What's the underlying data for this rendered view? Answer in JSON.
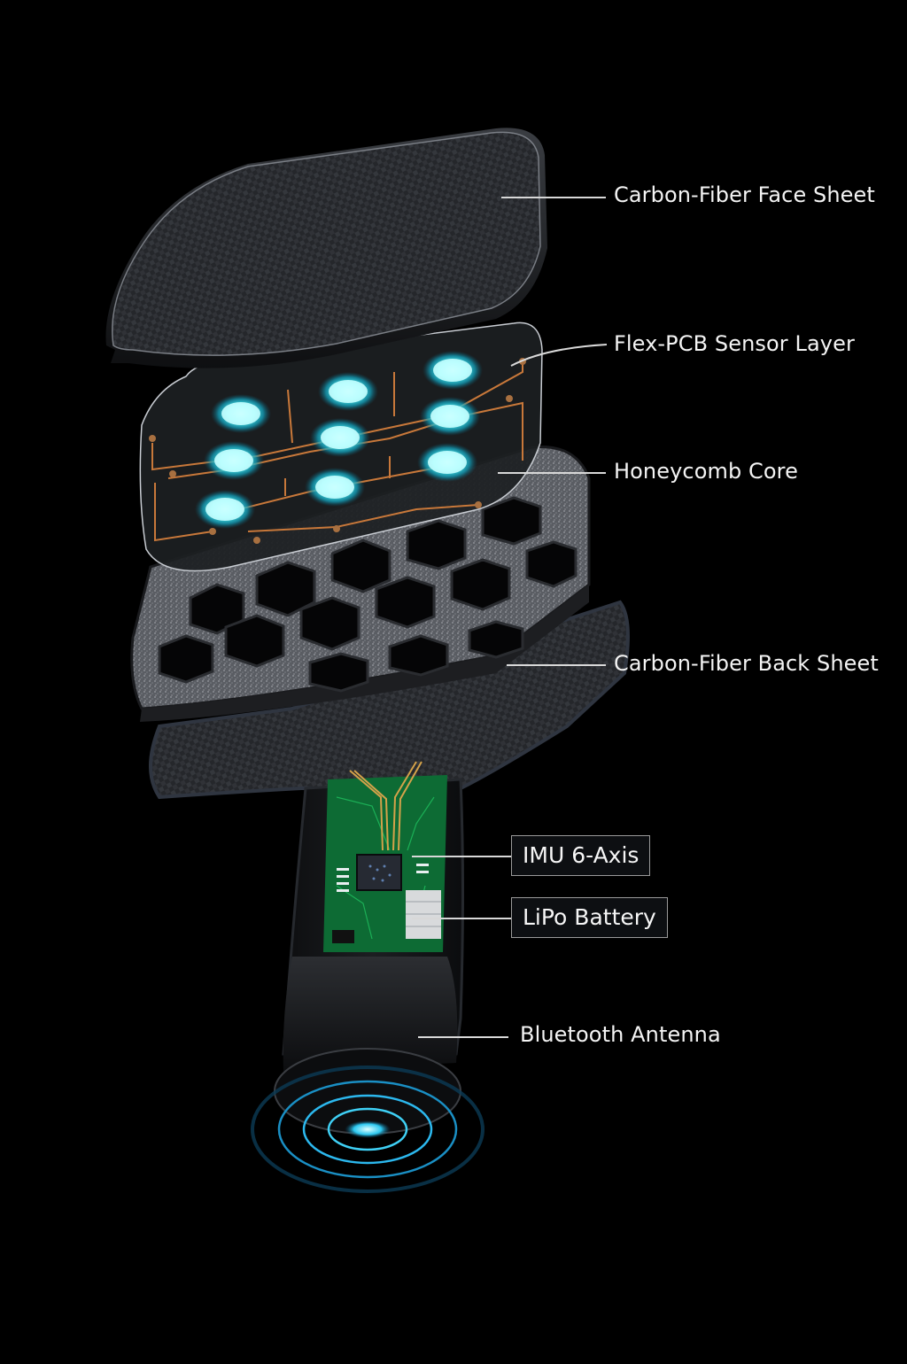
{
  "diagram": {
    "subject": "Smart pickleball paddle exploded view",
    "background_color": "#000000",
    "accent_colors": {
      "sensor_glow": "#3fe6f0",
      "pcb_green": "#0f7a3c",
      "copper_trace": "#c8783a",
      "antenna_ring": "#2fb8ee",
      "carbon_fiber": "#2a2c30"
    },
    "layers": [
      {
        "id": "face-sheet",
        "label": "Carbon-Fiber Face Sheet",
        "style": "plain"
      },
      {
        "id": "sensor-layer",
        "label": "Flex-PCB Sensor Layer",
        "style": "plain",
        "sensor_count": "9"
      },
      {
        "id": "honeycomb-core",
        "label": "Honeycomb Core",
        "style": "plain"
      },
      {
        "id": "back-sheet",
        "label": "Carbon-Fiber Back Sheet",
        "style": "plain"
      }
    ],
    "handle_components": [
      {
        "id": "imu",
        "label": "IMU 6-Axis",
        "style": "boxed"
      },
      {
        "id": "battery",
        "label": "LiPo Battery",
        "style": "boxed"
      },
      {
        "id": "antenna",
        "label": "Bluetooth Antenna",
        "style": "plain"
      }
    ]
  }
}
